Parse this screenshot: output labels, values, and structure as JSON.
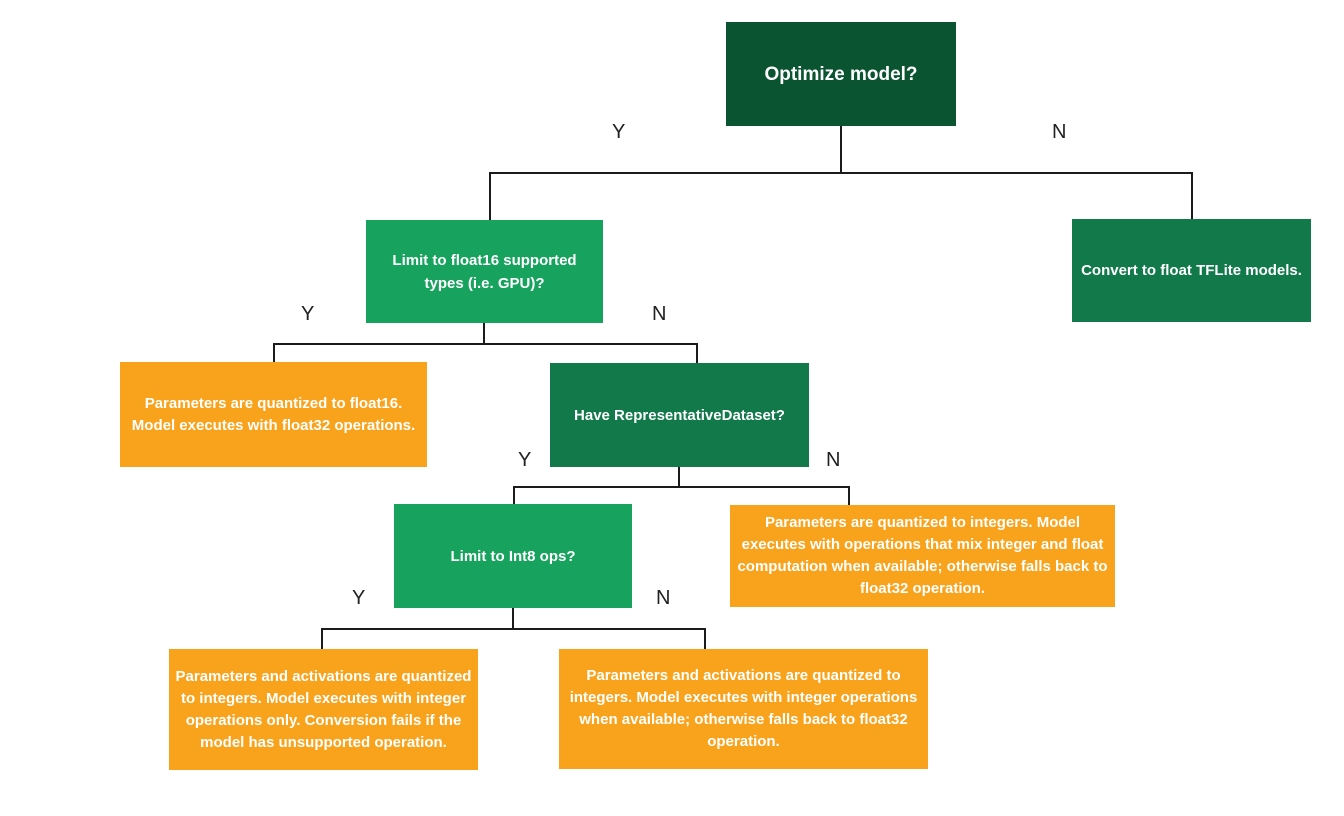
{
  "colors": {
    "dark_green": "#0B5431",
    "medium_green": "#12794A",
    "bright_green": "#17A35E",
    "orange": "#F9A21B",
    "node_text": "#FFFFFF",
    "edge_label_text": "#212121",
    "connector_line": "#1B1B1B",
    "background": "#FFFFFF"
  },
  "nodes": {
    "optimize": {
      "label": "Optimize model?"
    },
    "limit_float16": {
      "label": "Limit to float16 supported types (i.e. GPU)?"
    },
    "convert_float": {
      "label": "Convert to float TFLite models."
    },
    "float16_result": {
      "label": "Parameters are quantized to float16. Model executes with float32 operations."
    },
    "have_dataset": {
      "label": "Have RepresentativeDataset?"
    },
    "limit_int8": {
      "label": "Limit to Int8 ops?"
    },
    "mixed_result": {
      "label": "Parameters are quantized to integers. Model executes with operations that mix integer and float computation when available; otherwise falls back to float32 operation."
    },
    "int8_only_result": {
      "label": "Parameters and activations are quantized to integers. Model executes with integer operations only. Conversion fails if the model has unsupported operation."
    },
    "int8_fallback_result": {
      "label": "Parameters and activations are quantized to integers. Model executes with integer operations when available; otherwise falls back to float32 operation."
    }
  },
  "edges": {
    "optimize": {
      "yes": "Y",
      "no": "N"
    },
    "limit_float16": {
      "yes": "Y",
      "no": "N"
    },
    "have_dataset": {
      "yes": "Y",
      "no": "N"
    },
    "limit_int8": {
      "yes": "Y",
      "no": "N"
    }
  }
}
